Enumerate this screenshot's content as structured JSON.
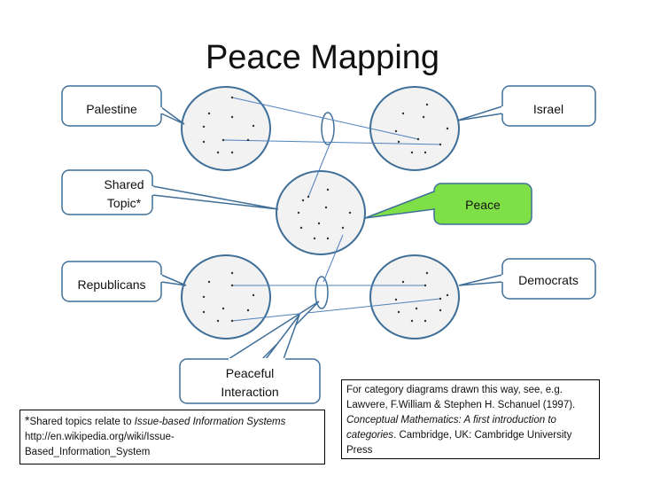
{
  "title": "Peace Mapping",
  "colors": {
    "circle_fill": "#f2f2f2",
    "circle_stroke": "#3f6f99",
    "callout_stroke": "#3f6f99",
    "peace_fill": "#7ee046",
    "line_color": "#4f81bd"
  },
  "callouts": {
    "palestine": "Palestine",
    "israel": "Israel",
    "shared_line1": "Shared",
    "shared_line2": "Topic*",
    "peace": "Peace",
    "republicans": "Republicans",
    "democrats": "Democrats",
    "peaceful_line1": "Peaceful",
    "peaceful_line2": "Interaction"
  },
  "notes": {
    "left": {
      "star": "*",
      "line1_a": "Shared topics relate to ",
      "line1_em": "Issue-based Information Systems",
      "line2": "http://en.wikipedia.org/wiki/Issue-",
      "line3": "Based_Information_System"
    },
    "right": {
      "line1": "For category diagrams drawn this way, see, e.g.",
      "line2": "Lawvere, F.William & Stephen H. Schanuel (1997).",
      "line3_em": "Conceptual Mathematics: A first introduction to",
      "line4_em": "categories",
      "line4_rest": ". Cambridge, UK: Cambridge University",
      "line5": "Press"
    }
  }
}
